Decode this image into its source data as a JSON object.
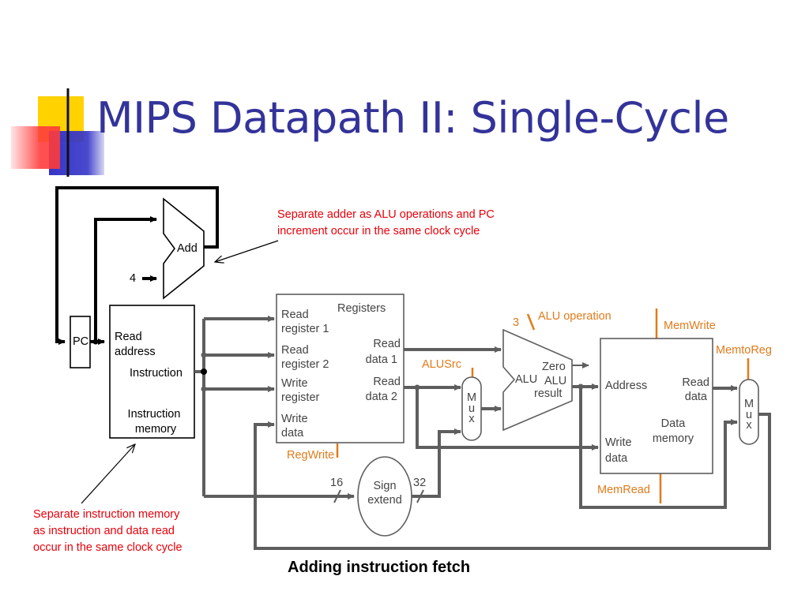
{
  "title": "MIPS Datapath II: Single-Cycle",
  "caption": "Adding instruction fetch",
  "colors": {
    "title": "#33339a",
    "annotation": "#e8000b",
    "control_signal": "#e07b1a",
    "wire": "#5e5e5e",
    "deco_yellow": "#ffd200",
    "deco_blue": "#3535c8",
    "deco_red": "#ff3b3b"
  },
  "annotations": {
    "adder_note": [
      "Separate adder as ALU operations and PC",
      "increment occur in the same clock cycle"
    ],
    "imem_note": [
      "Separate instruction memory",
      "as instruction and data read",
      "occur in the same clock cycle"
    ]
  },
  "components": {
    "pc": "PC",
    "adder": "Add",
    "adder_constant": "4",
    "instruction_memory": {
      "read_address": [
        "Read",
        "address"
      ],
      "instruction": "Instruction",
      "name": [
        "Instruction",
        "memory"
      ]
    },
    "registers": {
      "name": "Registers",
      "read_register_1": [
        "Read",
        "register 1"
      ],
      "read_register_2": [
        "Read",
        "register 2"
      ],
      "write_register": [
        "Write",
        "register"
      ],
      "write_data": [
        "Write",
        "data"
      ],
      "read_data_1": [
        "Read",
        "data 1"
      ],
      "read_data_2": [
        "Read",
        "data 2"
      ]
    },
    "mux_alu": [
      "M",
      "u",
      "x"
    ],
    "alu": {
      "name": "ALU",
      "zero": "Zero",
      "result": [
        "ALU",
        "result"
      ]
    },
    "data_memory": {
      "address": "Address",
      "read_data": [
        "Read",
        "data"
      ],
      "write_data": [
        "Write",
        "data"
      ],
      "name": [
        "Data",
        "memory"
      ]
    },
    "mux_mem": [
      "M",
      "u",
      "x"
    ],
    "sign_extend": [
      "Sign",
      "extend"
    ],
    "bit_width_in": "16",
    "bit_width_out": "32"
  },
  "control_signals": {
    "reg_write": "RegWrite",
    "alu_src": "ALUSrc",
    "alu_operation": "ALU operation",
    "alu_op_bits": "3",
    "mem_write": "MemWrite",
    "mem_to_reg": "MemtoReg",
    "mem_read": "MemRead"
  }
}
